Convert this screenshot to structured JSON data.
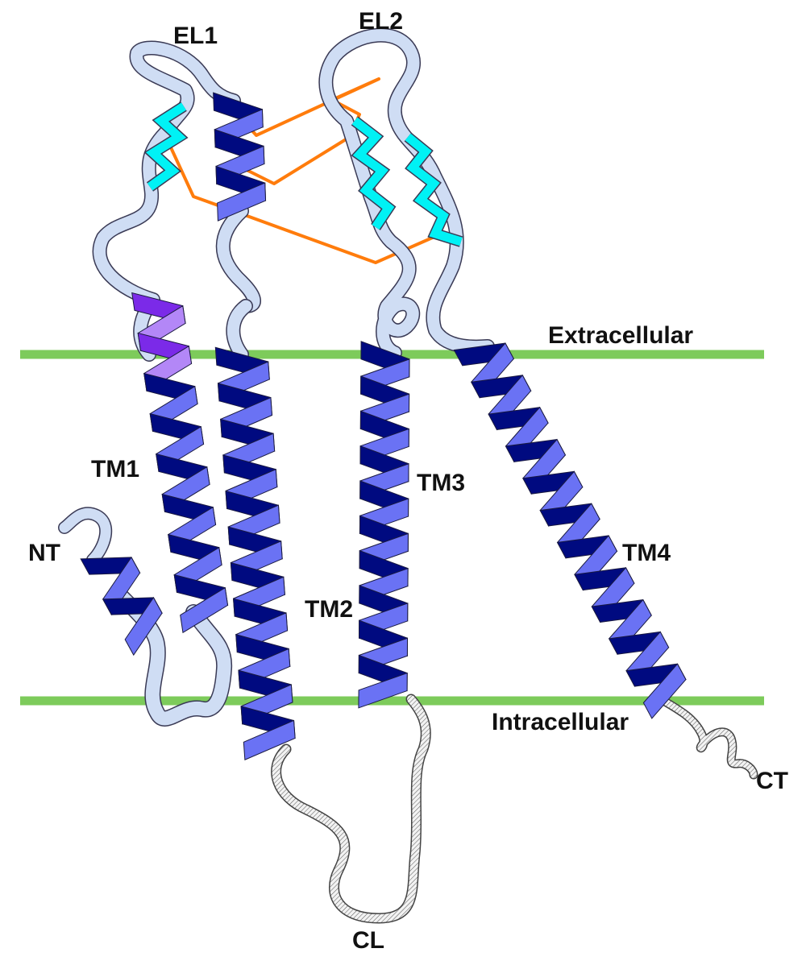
{
  "labels": {
    "el1": "EL1",
    "el2": "EL2",
    "nt": "NT",
    "tm1": "TM1",
    "tm2": "TM2",
    "tm3": "TM3",
    "tm4": "TM4",
    "ct": "CT",
    "cl": "CL",
    "extracellular": "Extracellular",
    "intracellular": "Intracellular"
  },
  "colors": {
    "membrane": "#7DCB5B",
    "helix_dark": "#000A80",
    "helix_light": "#6A72F4",
    "loop": "#CFDDF4",
    "loop_edge": "#3A3A55",
    "sheet": "#00F2F5",
    "disulfide": "#FF7C0C",
    "tm1_top_dark": "#7B2AE8",
    "tm1_top_light": "#B387F7",
    "cytoplasmic_loop": "#E6E6E6"
  }
}
